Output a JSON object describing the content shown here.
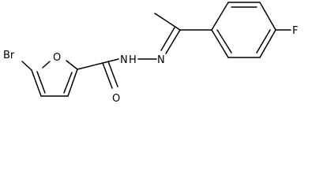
{
  "molecule": {
    "atoms": {
      "bromine": "Br",
      "furan_oxygen": "O",
      "carbonyl_oxygen": "O",
      "amide_nitrogen": "N",
      "amide_hydrogen": "H",
      "imine_nitrogen": "N",
      "fluorine": "F"
    }
  }
}
